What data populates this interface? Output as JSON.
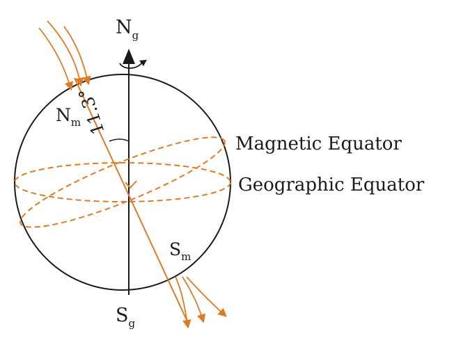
{
  "labels": {
    "geo_north": {
      "main": "N",
      "sub": "g"
    },
    "geo_south": {
      "main": "S",
      "sub": "g"
    },
    "mag_north": {
      "main": "N",
      "sub": "m"
    },
    "mag_south": {
      "main": "S",
      "sub": "m"
    },
    "angle": "11.3°",
    "magnetic_equator": "Magnetic Equator",
    "geographic_equator": "Geographic Equator"
  },
  "colors": {
    "outline": "#1a1a1a",
    "magnetic": "#e07a24"
  }
}
